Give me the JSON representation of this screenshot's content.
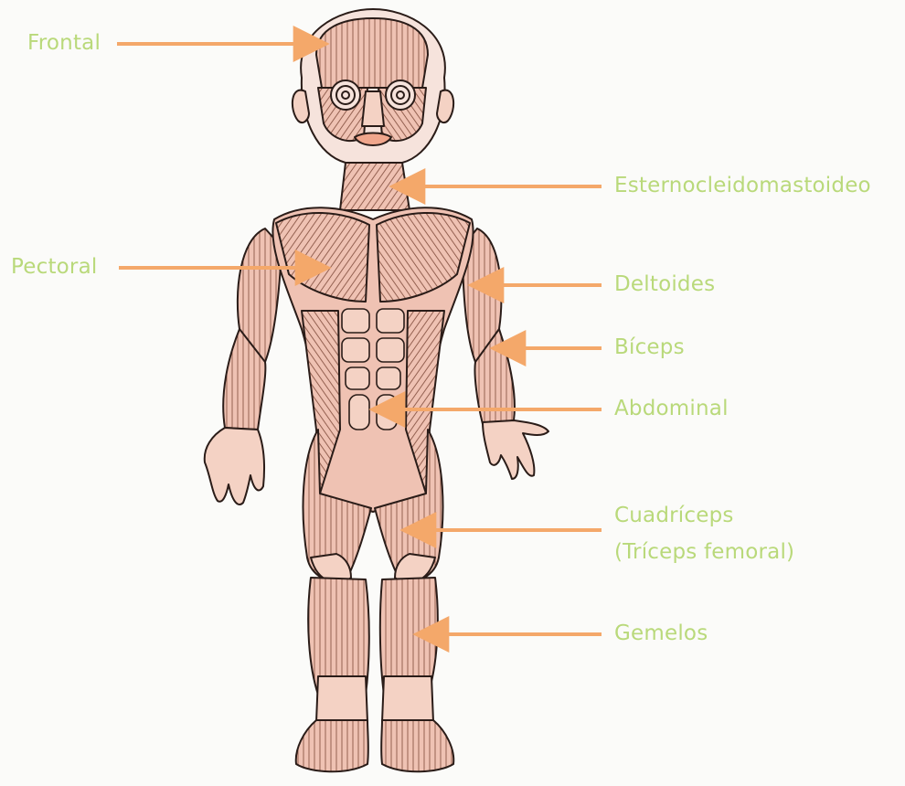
{
  "colors": {
    "background": "#fbfbf9",
    "label_text": "#b9d97a",
    "arrow": "#f4a86a",
    "skin": "#f4d2c4",
    "muscle": "#e9b9a9",
    "muscle_dark": "#d99a88",
    "outline": "#2a1c18",
    "fiber": "#7a4a3c",
    "mouth": "#f0a68c"
  },
  "labels": {
    "frontal": "Frontal",
    "pectoral": "Pectoral",
    "esternocleidomastoideo": "Esternocleidomastoideo",
    "deltoides": "Deltoides",
    "biceps": "Bíceps",
    "abdominal": "Abdominal",
    "cuadriceps": "Cuadríceps",
    "cuadriceps_alt": "(Tríceps femoral)",
    "gemelos": "Gemelos"
  }
}
